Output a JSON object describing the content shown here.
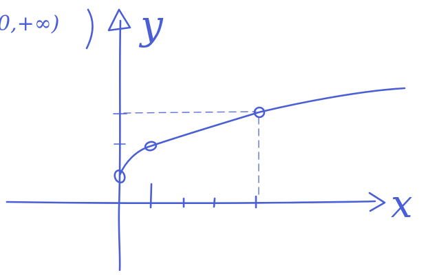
{
  "domain_note_free": true,
  "labels": {
    "domain_fragment": "0,+∞)",
    "y_axis": "y",
    "x_axis": "x"
  },
  "colors": {
    "ink": "#4a5fd6"
  },
  "sketch": {
    "marked_points": [
      "y-intercept",
      "first-tick-point",
      "fourth-tick-point"
    ],
    "x_tick_count": 4
  }
}
